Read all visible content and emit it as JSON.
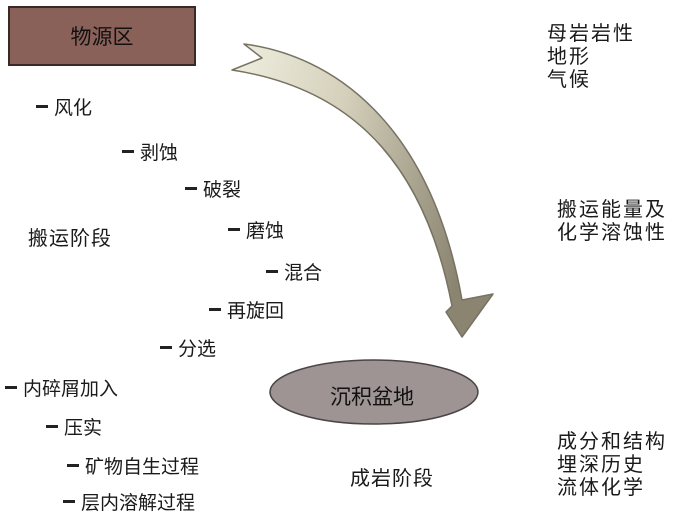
{
  "source_area": "物源区",
  "basin": "沉积盆地",
  "source_properties": [
    "母岩岩性",
    "地形",
    "气候"
  ],
  "transport_properties": [
    "搬运能量及",
    "化学溶蚀性"
  ],
  "basin_properties": [
    "成分和结构",
    "埋深历史",
    "流体化学"
  ],
  "transport_stage": "搬运阶段",
  "diagenesis_stage": "成岩阶段",
  "transport_steps": [
    "风化",
    "剥蚀",
    "破裂",
    "磨蚀",
    "混合",
    "再旋回",
    "分选"
  ],
  "diagenesis_steps": [
    "内碎屑加入",
    "压实",
    "矿物自生过程",
    "层内溶解过程"
  ],
  "colors": {
    "source_box": "#8a6159",
    "basin_ellipse": "#9e9494",
    "arrow_light": "#ecebd8",
    "arrow_dark": "#8a8470"
  }
}
